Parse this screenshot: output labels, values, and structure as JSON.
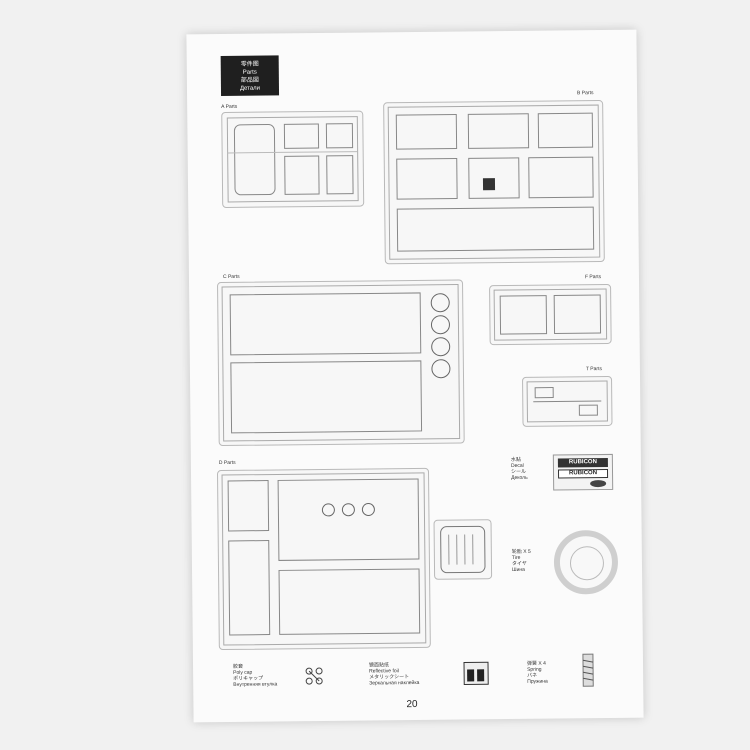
{
  "header": {
    "line1": "零件图",
    "line2": "Parts",
    "line3": "部品図",
    "line4": "Детали"
  },
  "labels": {
    "a": "A Parts",
    "b": "B Parts",
    "c": "C Parts",
    "f": "F Parts",
    "t": "T Parts",
    "d": "D Parts"
  },
  "decal": {
    "title_lines": [
      "水贴",
      "Decal",
      "シール",
      "Деколь"
    ],
    "logo1": "RUBICON",
    "logo2": "RUBICON"
  },
  "tires": {
    "title_lines": [
      "轮胎 X 5",
      "Tire",
      "タイヤ",
      "Шина"
    ]
  },
  "bottom": {
    "poly_cap": {
      "lines": [
        "胶套",
        "Poly cap",
        "ポリキャップ",
        "Внутренняя втулка"
      ]
    },
    "reflective": {
      "lines": [
        "镜面贴纸",
        "Reflective foil",
        "メタリックシート",
        "Зеркальная наклейка"
      ]
    },
    "spring": {
      "lines": [
        "弹簧 X 4",
        "Spring",
        "バネ",
        "Пружина"
      ]
    }
  },
  "page_number": "20",
  "icons": [
    "poly-cap-icon",
    "reflective-foil-icon",
    "spring-icon",
    "tire-icon",
    "decal-icon"
  ]
}
